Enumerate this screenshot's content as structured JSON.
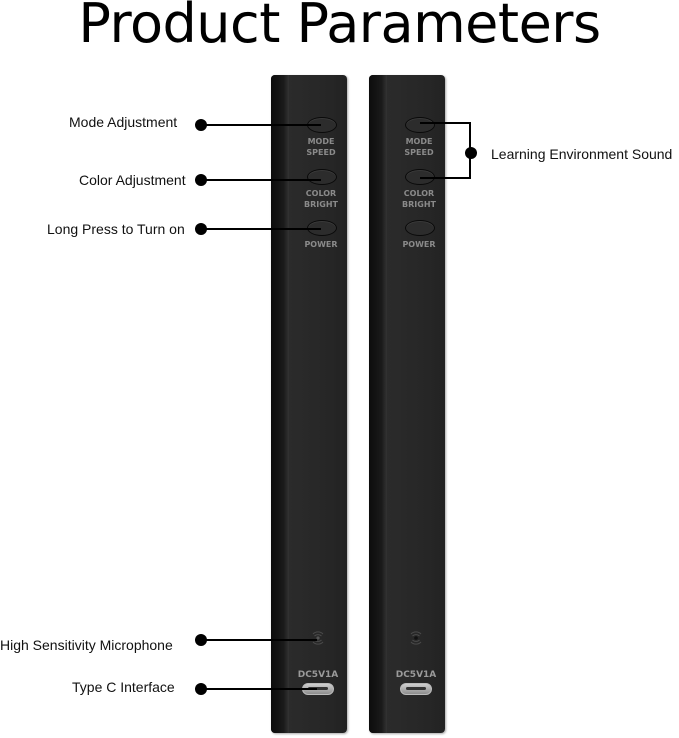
{
  "title": "Product Parameters",
  "labels": {
    "mode": "Mode Adjustment",
    "color": "Color Adjustment",
    "power": "Long Press to Turn on",
    "learning": "Learning Environment Sound",
    "microphone": "High Sensitivity Microphone",
    "typec": "Type C Interface"
  },
  "device": {
    "btn1_line1": "MODE",
    "btn1_line2": "SPEED",
    "btn2_line1": "COLOR",
    "btn2_line2": "BRIGHT",
    "btn3": "POWER",
    "port_label": "DC5V1A"
  },
  "colors": {
    "device_body": "#262626",
    "device_text": "#8a8a8a",
    "callout": "#000000"
  }
}
